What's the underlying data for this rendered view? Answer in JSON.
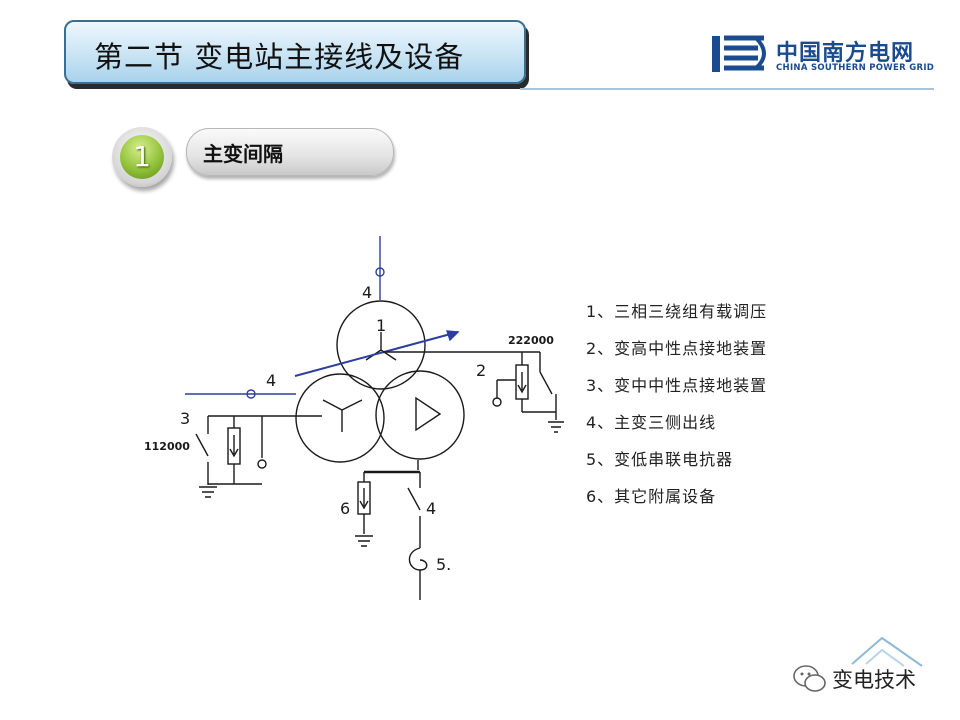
{
  "header": {
    "title": "第二节  变电站主接线及设备"
  },
  "brand": {
    "name_cn": "中国南方电网",
    "name_en": "CHINA SOUTHERN POWER GRID",
    "color": "#1b4b8f"
  },
  "section": {
    "number": "1",
    "label": "主变间隔"
  },
  "diagram": {
    "labels": {
      "top_feeder": "4",
      "transformer": "1",
      "mid_feeder": "4",
      "hv_neutral": "2",
      "hv_switch": "222000",
      "mv_neutral": "3",
      "mv_switch": "112000",
      "lv_device": "6",
      "lv_feeder": "4",
      "reactor": "5."
    },
    "line_color": "#1a1a1a",
    "bus_color": "#2d3f9e"
  },
  "legend": {
    "items": [
      "1、三相三绕组有载调压",
      "2、变高中性点接地装置",
      "3、变中中性点接地装置",
      "4、主变三侧出线",
      "5、变低串联电抗器",
      "6、其它附属设备"
    ]
  },
  "watermark": {
    "text": "变电技术"
  }
}
